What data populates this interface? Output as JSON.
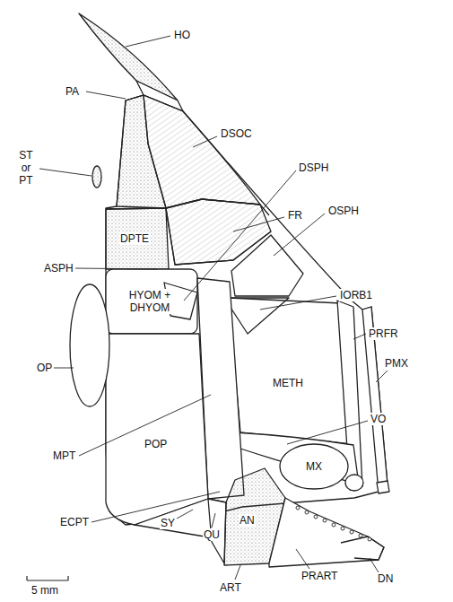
{
  "diagram": {
    "labels": [
      "HO",
      "PA",
      "ST or PT",
      "DSOC",
      "FR",
      "DSPH",
      "OSPH",
      "ASPH",
      "DPTE",
      "HYOM + DHYOM",
      "IORB1",
      "PRFR",
      "OP",
      "PMX",
      "METH",
      "VO",
      "MX",
      "MPT",
      "POP",
      "ECPT",
      "SY",
      "QU",
      "AN",
      "ART",
      "PRART",
      "DN",
      "5 mm"
    ]
  }
}
